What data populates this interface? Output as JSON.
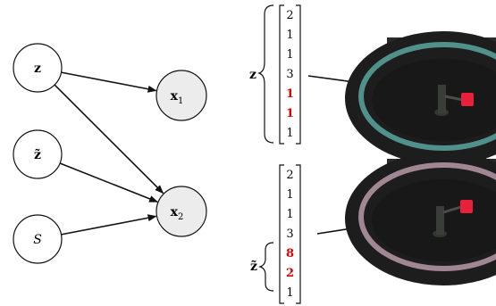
{
  "nodes": [
    {
      "id": "z",
      "label": "z",
      "style": "bold",
      "observed": false
    },
    {
      "id": "x1",
      "label": "x",
      "sub": "1",
      "style": "bold",
      "observed": true
    },
    {
      "id": "zt",
      "label": "z̃",
      "style": "bold",
      "observed": false
    },
    {
      "id": "x2",
      "label": "x",
      "sub": "2",
      "style": "bold",
      "observed": true
    },
    {
      "id": "S",
      "label": "S",
      "style": "italic",
      "observed": false
    }
  ],
  "edges": [
    {
      "from": "z",
      "to": "x1"
    },
    {
      "from": "z",
      "to": "x2"
    },
    {
      "from": "zt",
      "to": "x2"
    },
    {
      "from": "S",
      "to": "x2"
    }
  ],
  "vector_top": {
    "label": "z",
    "values": [
      "2",
      "1",
      "1",
      "3",
      "1",
      "1",
      "1"
    ],
    "highlight": [
      false,
      false,
      false,
      false,
      true,
      true,
      false
    ]
  },
  "vector_bottom": {
    "label": "z̃",
    "values": [
      "2",
      "1",
      "1",
      "3",
      "8",
      "2",
      "1"
    ],
    "highlight": [
      false,
      false,
      false,
      false,
      true,
      true,
      false
    ]
  },
  "colors": {
    "highlight": "#e00000",
    "observed_fill": "#ececec",
    "ring_top": "#5aa6a0",
    "ring_bottom": "#b89aa8",
    "object": "#e8203a"
  },
  "images": [
    {
      "name": "render-image-top",
      "ring": "ring_top"
    },
    {
      "name": "render-image-bottom",
      "ring": "ring_bottom"
    }
  ]
}
